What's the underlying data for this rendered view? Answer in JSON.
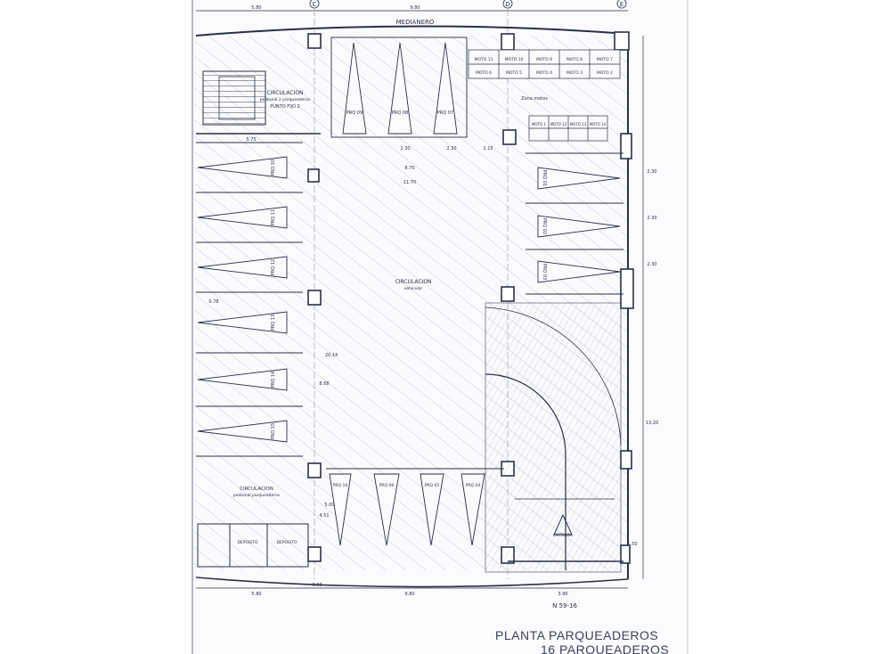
{
  "drawing": {
    "title_line1": "PLANTA  PARQUEADEROS",
    "title_line2": "16 PARQUEADEROS",
    "ref": "N 59-16",
    "neighbor_label": "MEDIANERO",
    "axis_labels": [
      "C",
      "D",
      "E"
    ],
    "north_arrow_label": "ENTRADA"
  },
  "labels": {
    "circ_main": "CIRCULACION",
    "circ_main_sub": "vehicular",
    "circ_left_top": "CIRCULACION",
    "circ_left_top_sub": "peatonal 2 parqueaderos",
    "circ_left_top_sub2": "PUNTO FIJO 2",
    "circ_left_bottom": "CIRCULACION",
    "circ_left_bottom_sub": "peatonal parqueaderos",
    "moto_zone": "Zona motos",
    "storage_left": "DEPOSITO",
    "storage_right": "DEPOSITO"
  },
  "stalls": {
    "top": [
      "PRQ 09",
      "PRQ 08",
      "PRQ 07"
    ],
    "left": [
      "PRQ 10",
      "PRQ 11",
      "PRQ 12",
      "PRQ 13",
      "PRQ 14",
      "PRQ 15"
    ],
    "right": [
      "PRQ 01",
      "PRQ 02",
      "PRQ 03"
    ],
    "bottom": [
      "PRQ 16",
      "PRQ 06",
      "PRQ 05",
      "PRQ 04"
    ]
  },
  "motos": {
    "top_row": [
      "MOTO 11",
      "MOTO 10",
      "MOTO 9",
      "MOTO 8",
      "MOTO 7"
    ],
    "second_row": [
      "MOTO 6",
      "MOTO 5",
      "MOTO 4",
      "MOTO 3",
      "MOTO 2"
    ],
    "lower_row": [
      "MOTO 1",
      "MOTO 12",
      "MOTO 13",
      "MOTO 14"
    ]
  },
  "dimensions": {
    "top": [
      "5.80",
      "9.80"
    ],
    "bottom": [
      "5.80",
      "9.80",
      "3.90"
    ],
    "misc": [
      "0.78",
      "2.30",
      "2.30",
      "1.15",
      "5.75",
      "8.70",
      "11.70",
      "20.14",
      "8.68",
      "13.20",
      "2.30",
      "2.30",
      "2.30",
      "1.50",
      "4.51",
      "5.00",
      "0.90"
    ]
  }
}
